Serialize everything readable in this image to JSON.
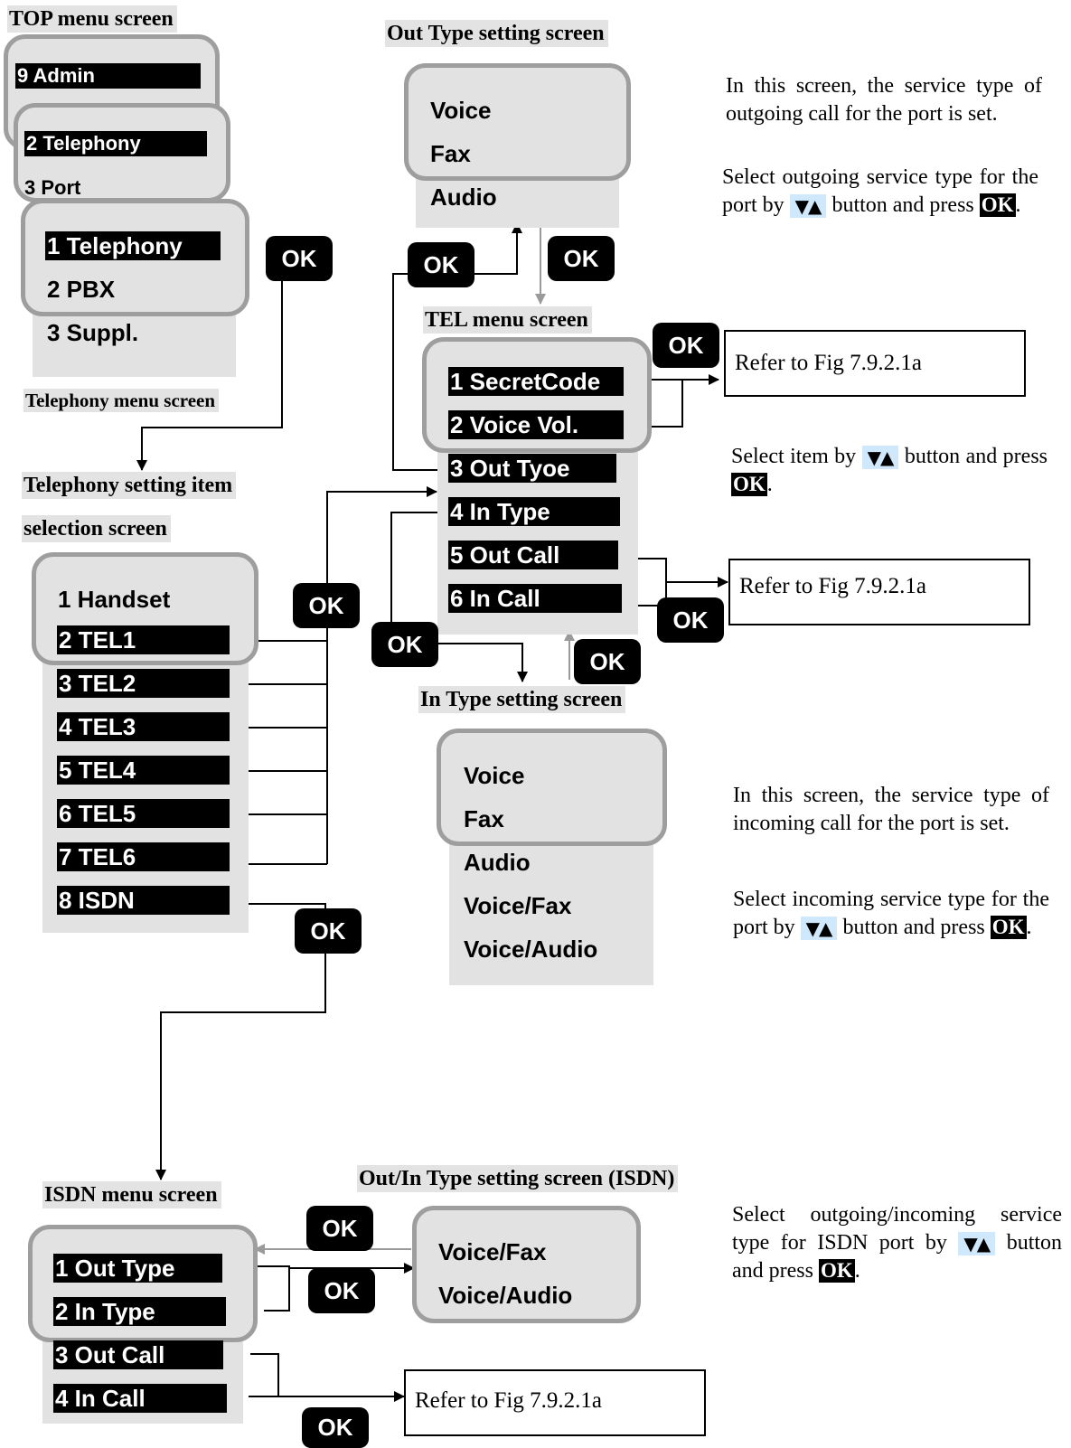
{
  "titles": {
    "top": "TOP menu screen",
    "outtype": "Out Type setting screen",
    "tel": "TEL menu screen",
    "telephony": "Telephony menu screen",
    "setting1": "Telephony setting item",
    "setting2": "selection screen",
    "intype": "In Type setting screen",
    "isdn": "ISDN menu screen",
    "isdnout": "Out/In Type setting screen (ISDN)"
  },
  "top_menu": {
    "item1": "9 Admin",
    "item2": "2 Telephony",
    "item3": "3 Port"
  },
  "telephony_menu": {
    "item1": "1 Telephony",
    "item2": "2 PBX",
    "item3": "3 Suppl."
  },
  "outtype_menu": [
    "Voice",
    "Fax",
    "Audio"
  ],
  "tel_menu": [
    "1 SecretCode",
    "2 Voice Vol.",
    "3 Out Tyoe",
    "4 In Type",
    "5 Out Call",
    "6 In Call"
  ],
  "setting_menu": [
    "1 Handset",
    "2 TEL1",
    "3 TEL2",
    "4 TEL3",
    "5 TEL4",
    "6 TEL5",
    "7 TEL6",
    "8 ISDN"
  ],
  "intype_menu": [
    "Voice",
    "Fax",
    "Audio",
    "Voice/Fax",
    "Voice/Audio"
  ],
  "isdn_menu": [
    "1 Out Type",
    "2 In Type",
    "3 Out Call",
    "4 In Call"
  ],
  "isdn_type_menu": [
    "Voice/Fax",
    "Voice/Audio"
  ],
  "ok_label": "OK",
  "refer_text": "Refer to Fig 7.9.2.1a",
  "notes": {
    "out1": "In this screen, the service type of outgoing call for the port is set.",
    "out2_a": "Select outgoing service type for the port by",
    "out2_b": "button and press",
    "tel_a": "Select item by",
    "tel_b": "button and press",
    "in1": "In this screen, the service type of incoming call for the port is set.",
    "in2_a": "Select incoming service type for the port by",
    "in2_b": "button and press",
    "isdn_a": "Select outgoing/incoming service type for ISDN port by",
    "isdn_b": "button and press",
    "arrows": "▼▲",
    "ok": "OK"
  }
}
